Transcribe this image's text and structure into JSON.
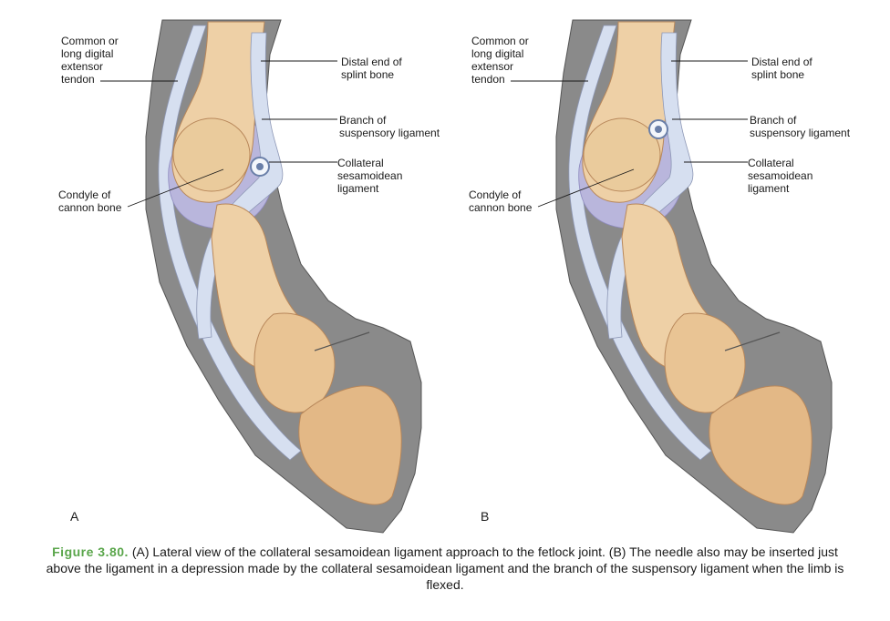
{
  "panels": [
    {
      "letter": "A",
      "labels": {
        "extensor_tendon": [
          "Common or",
          "long digital",
          "extensor",
          "tendon"
        ],
        "splint_bone": [
          "Distal end of",
          "splint bone"
        ],
        "suspensory_branch": [
          "Branch of",
          "suspensory ligament"
        ],
        "collateral_ligament": [
          "Collateral",
          "sesamoidean",
          "ligament"
        ],
        "condyle": [
          "Condyle of",
          "cannon bone"
        ]
      }
    },
    {
      "letter": "B",
      "labels": {
        "extensor_tendon": [
          "Common or",
          "long digital",
          "extensor",
          "tendon"
        ],
        "splint_bone": [
          "Distal end of",
          "splint bone"
        ],
        "suspensory_branch": [
          "Branch of",
          "suspensory ligament"
        ],
        "collateral_ligament": [
          "Collateral",
          "sesamoidean",
          "ligament"
        ],
        "condyle": [
          "Condyle of",
          "cannon bone"
        ]
      }
    }
  ],
  "caption": {
    "figure_number": "Figure 3.80.",
    "text": "(A) Lateral view of the collateral sesamoidean ligament approach to the fetlock joint. (B) The needle also may be inserted just above the ligament in a depression made by the collateral sesamoidean ligament and the branch of the suspensory ligament when the limb is flexed."
  },
  "colors": {
    "skin": "#8a8a8a",
    "skin_inner": "#7d7d7d",
    "tendon": "#d6dff0",
    "synovial": "#b9b6dc",
    "bone": "#eed0a6",
    "bone_shade": "#d9ad7a",
    "needle_ring": "#6a7fa8"
  }
}
